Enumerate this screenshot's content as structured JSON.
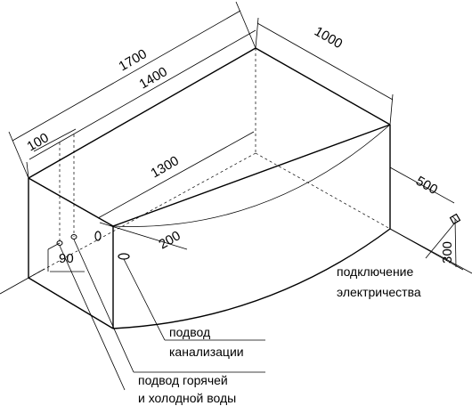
{
  "dimensions": {
    "overall_length": "1700",
    "inner_length": "1400",
    "width": "1000",
    "offset_100": "100",
    "bowl_length": "1300",
    "drain_offset": "200",
    "inlet_height": "90",
    "electric_offset": "500",
    "electric_height": "300"
  },
  "labels": {
    "electric_line1": "подключение",
    "electric_line2": "электричества",
    "drain_line1": "подвод",
    "drain_line2": "канализации",
    "water_line1": "подвод горячей",
    "water_line2": "и холодной воды"
  }
}
